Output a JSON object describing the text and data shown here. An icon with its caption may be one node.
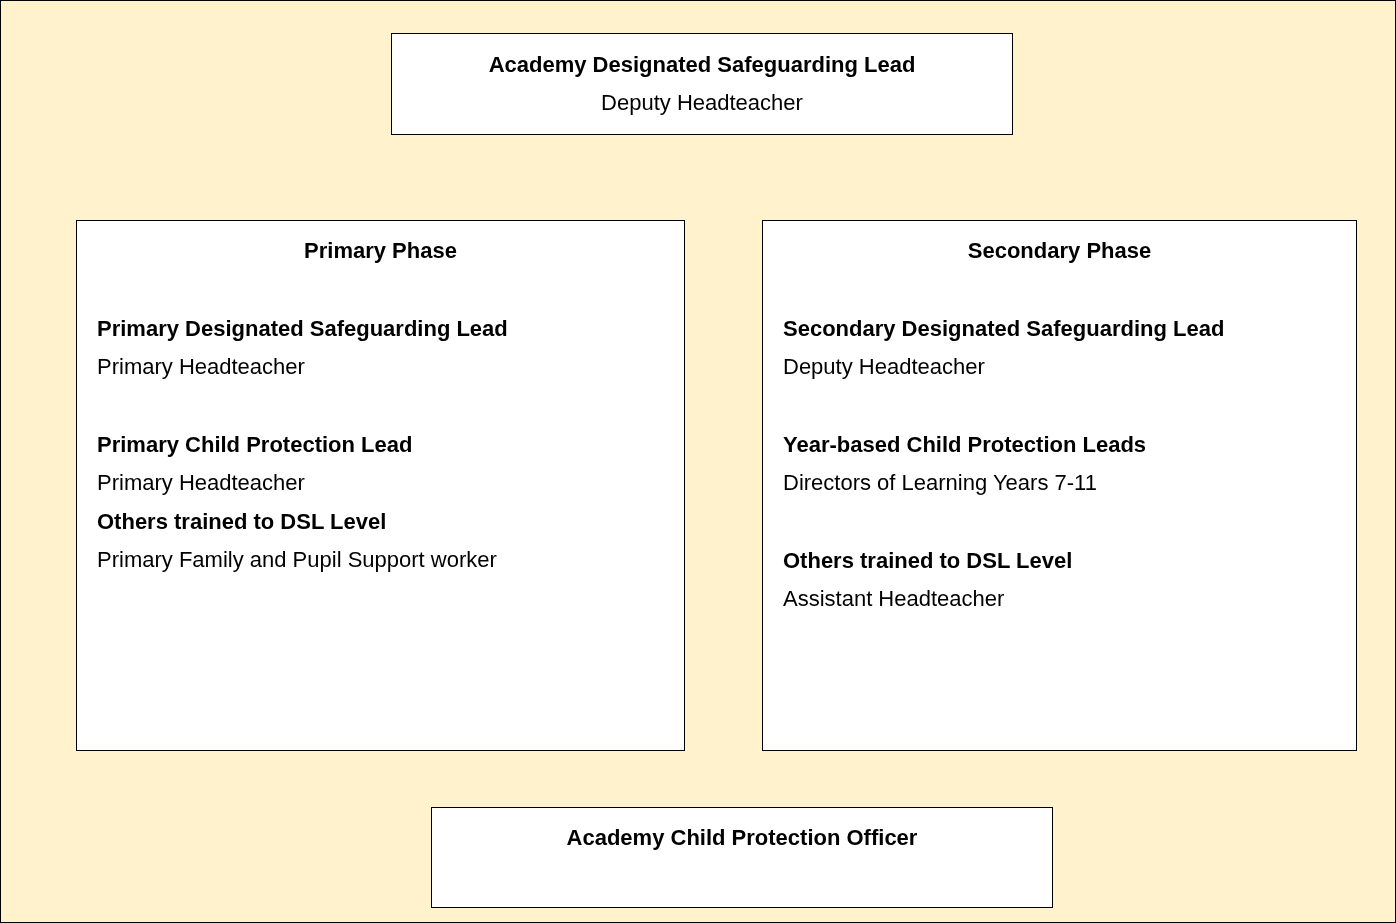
{
  "diagram": {
    "nodes": [
      {
        "text": [
          "Academy Designated Safeguarding Lead",
          "Deputy Headteacher"
        ]
      },
      {
        "text": [
          "Primary Phase",
          "Primary Designated Safeguarding Lead",
          "Primary Headteacher",
          "Primary Child Protection Lead",
          "Primary Headteacher",
          "Others trained to DSL Level",
          "Primary Family and Pupil Support worker"
        ]
      },
      {
        "text": [
          "Secondary Phase",
          "Secondary Designated Safeguarding Lead",
          "Deputy Headteacher",
          "Year-based Child Protection Leads",
          "Directors of Learning Years 7-11",
          "Others trained to DSL Level",
          "Assistant Headteacher"
        ]
      },
      {
        "text": [
          "Academy Child Protection Officer"
        ]
      }
    ]
  }
}
